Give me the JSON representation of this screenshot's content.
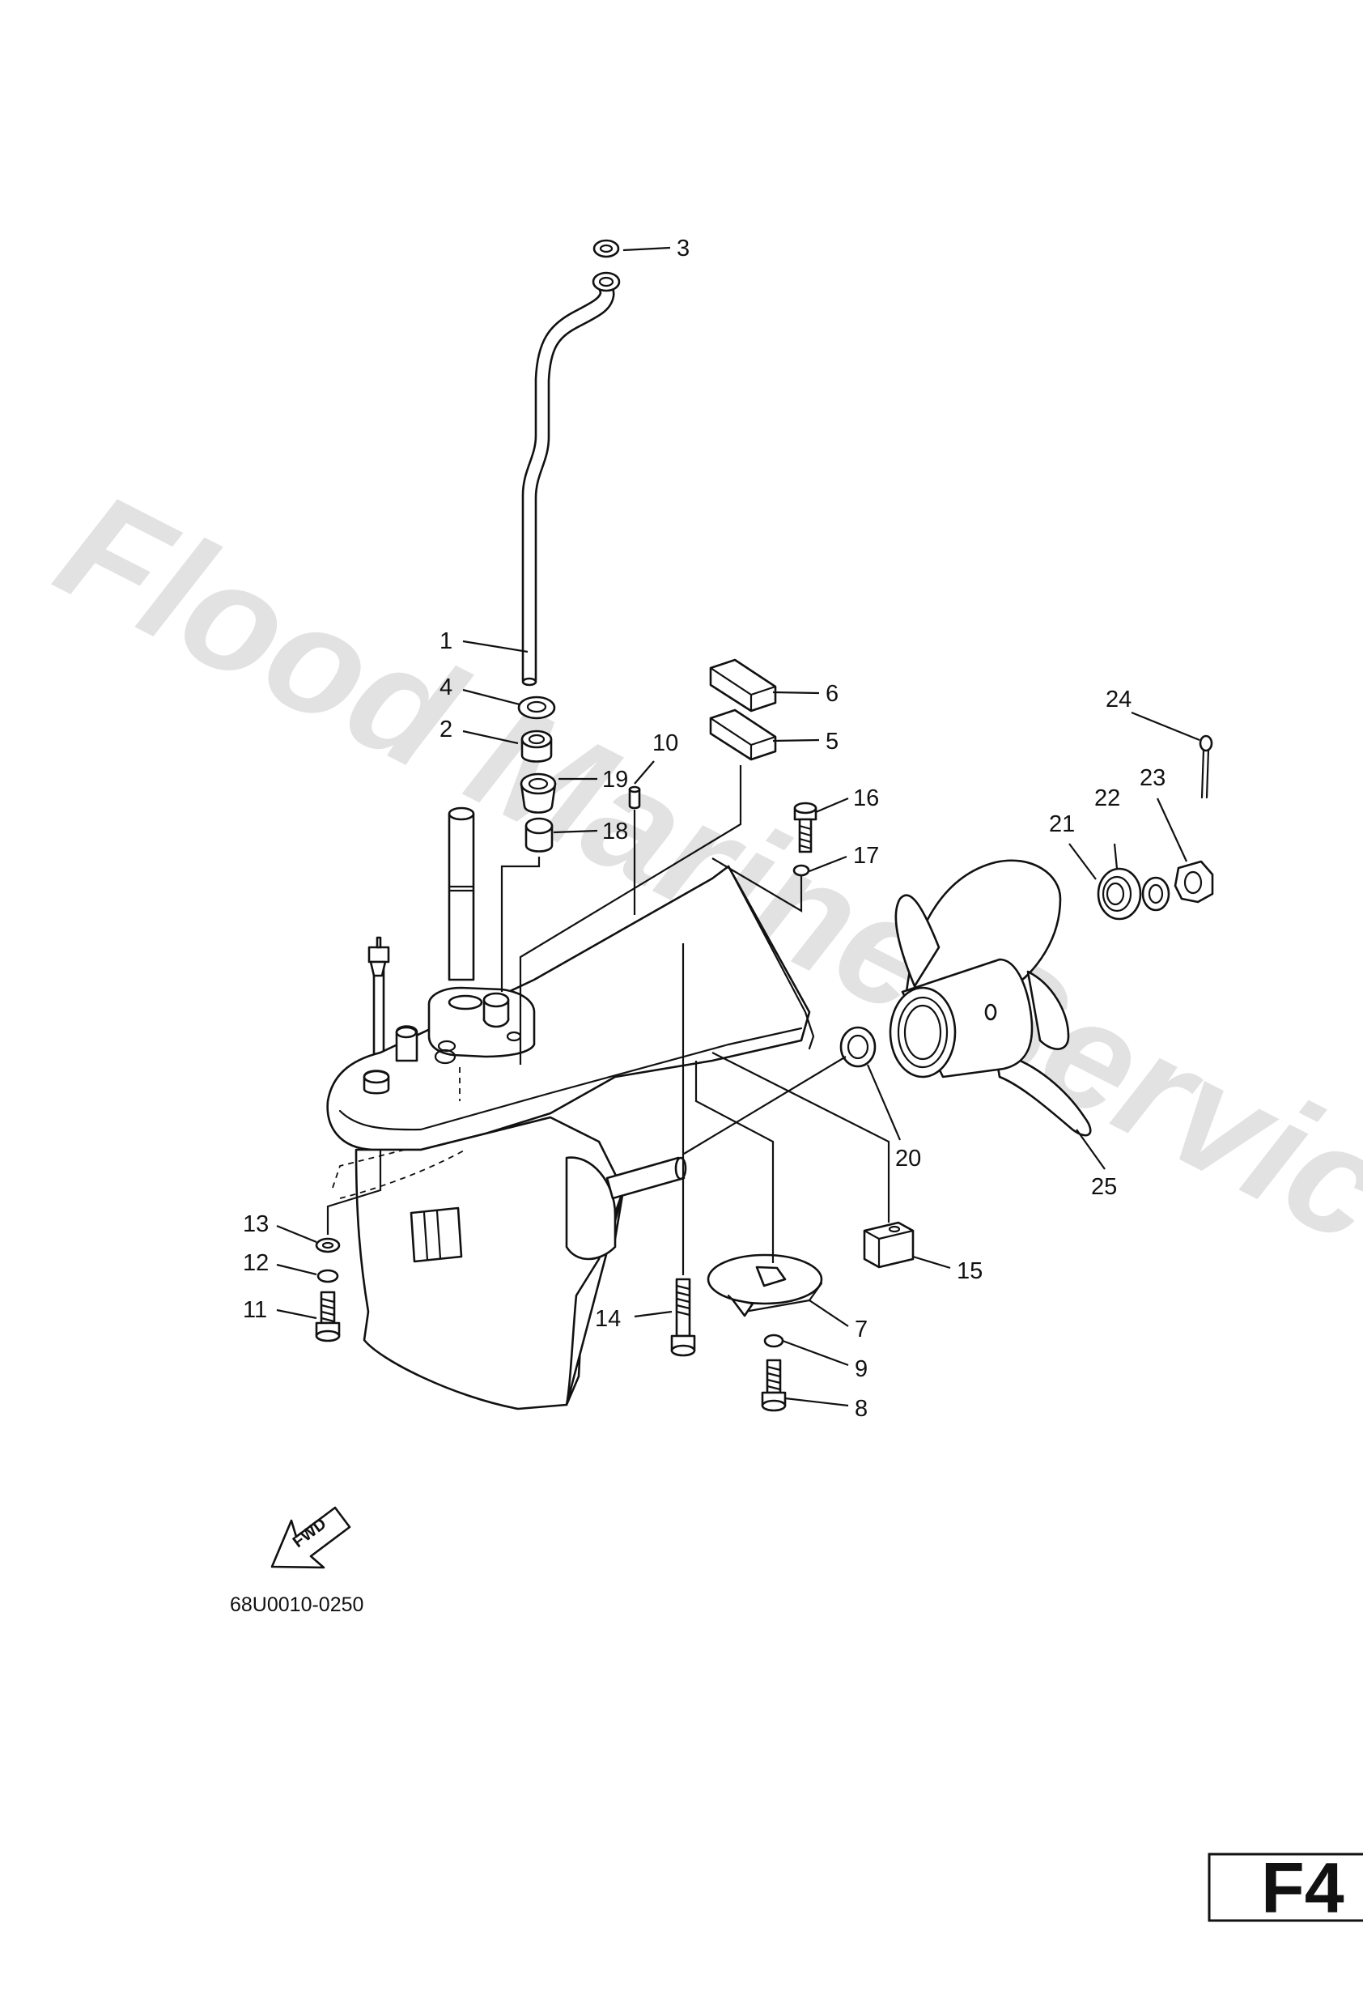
{
  "watermark": "Flood Marine Services",
  "diagram_code": "68U0010-0250",
  "page_label": "F4",
  "fwd_label": "FWD",
  "callouts": [
    {
      "num": "1",
      "name": "callout-1"
    },
    {
      "num": "2",
      "name": "callout-2"
    },
    {
      "num": "3",
      "name": "callout-3"
    },
    {
      "num": "4",
      "name": "callout-4"
    },
    {
      "num": "5",
      "name": "callout-5"
    },
    {
      "num": "6",
      "name": "callout-6"
    },
    {
      "num": "7",
      "name": "callout-7"
    },
    {
      "num": "8",
      "name": "callout-8"
    },
    {
      "num": "9",
      "name": "callout-9"
    },
    {
      "num": "10",
      "name": "callout-10"
    },
    {
      "num": "11",
      "name": "callout-11"
    },
    {
      "num": "12",
      "name": "callout-12"
    },
    {
      "num": "13",
      "name": "callout-13"
    },
    {
      "num": "14",
      "name": "callout-14"
    },
    {
      "num": "15",
      "name": "callout-15"
    },
    {
      "num": "16",
      "name": "callout-16"
    },
    {
      "num": "17",
      "name": "callout-17"
    },
    {
      "num": "18",
      "name": "callout-18"
    },
    {
      "num": "19",
      "name": "callout-19"
    },
    {
      "num": "20",
      "name": "callout-20"
    },
    {
      "num": "21",
      "name": "callout-21"
    },
    {
      "num": "22",
      "name": "callout-22"
    },
    {
      "num": "23",
      "name": "callout-23"
    },
    {
      "num": "24",
      "name": "callout-24"
    },
    {
      "num": "25",
      "name": "callout-25"
    }
  ]
}
